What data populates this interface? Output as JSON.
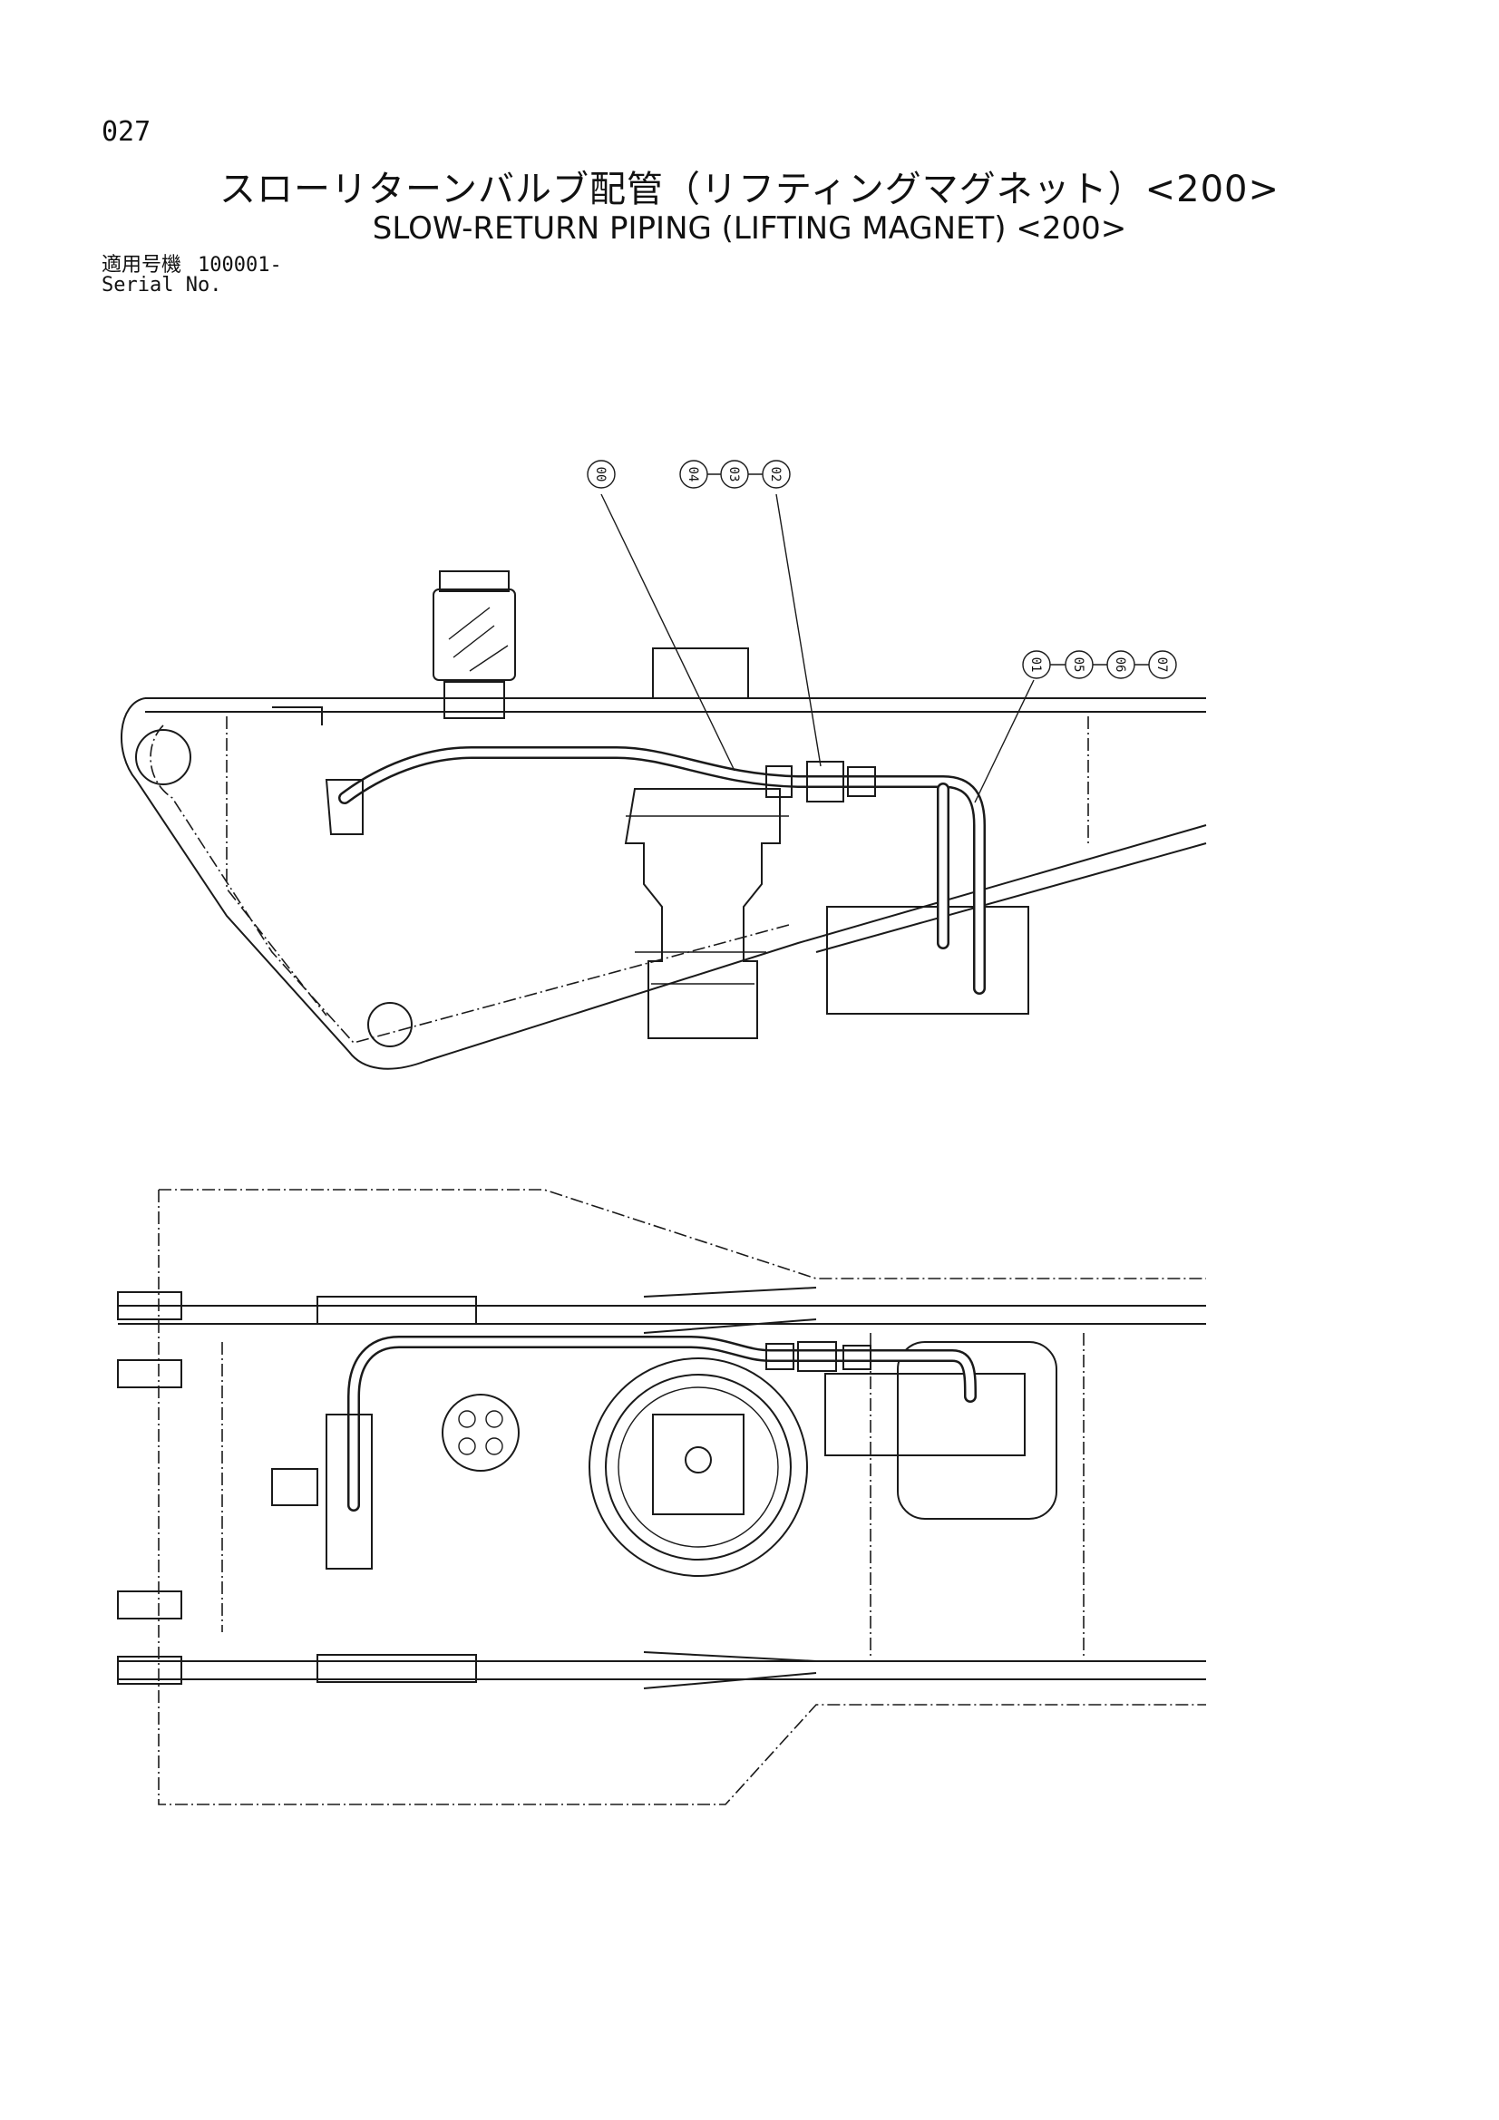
{
  "page": {
    "number": "027",
    "title_jp": "スローリターンバルブ配管（リフティングマグネット）<200>",
    "title_en": "SLOW-RETURN PIPING (LIFTING MAGNET) <200>",
    "serial_label_jp": "適用号機",
    "serial_value": "100001-",
    "serial_label_en": "Serial No."
  },
  "callouts": {
    "top_left": [
      "00"
    ],
    "top_middle": [
      "04",
      "03",
      "02"
    ],
    "right": [
      "01",
      "05",
      "06",
      "07"
    ]
  }
}
